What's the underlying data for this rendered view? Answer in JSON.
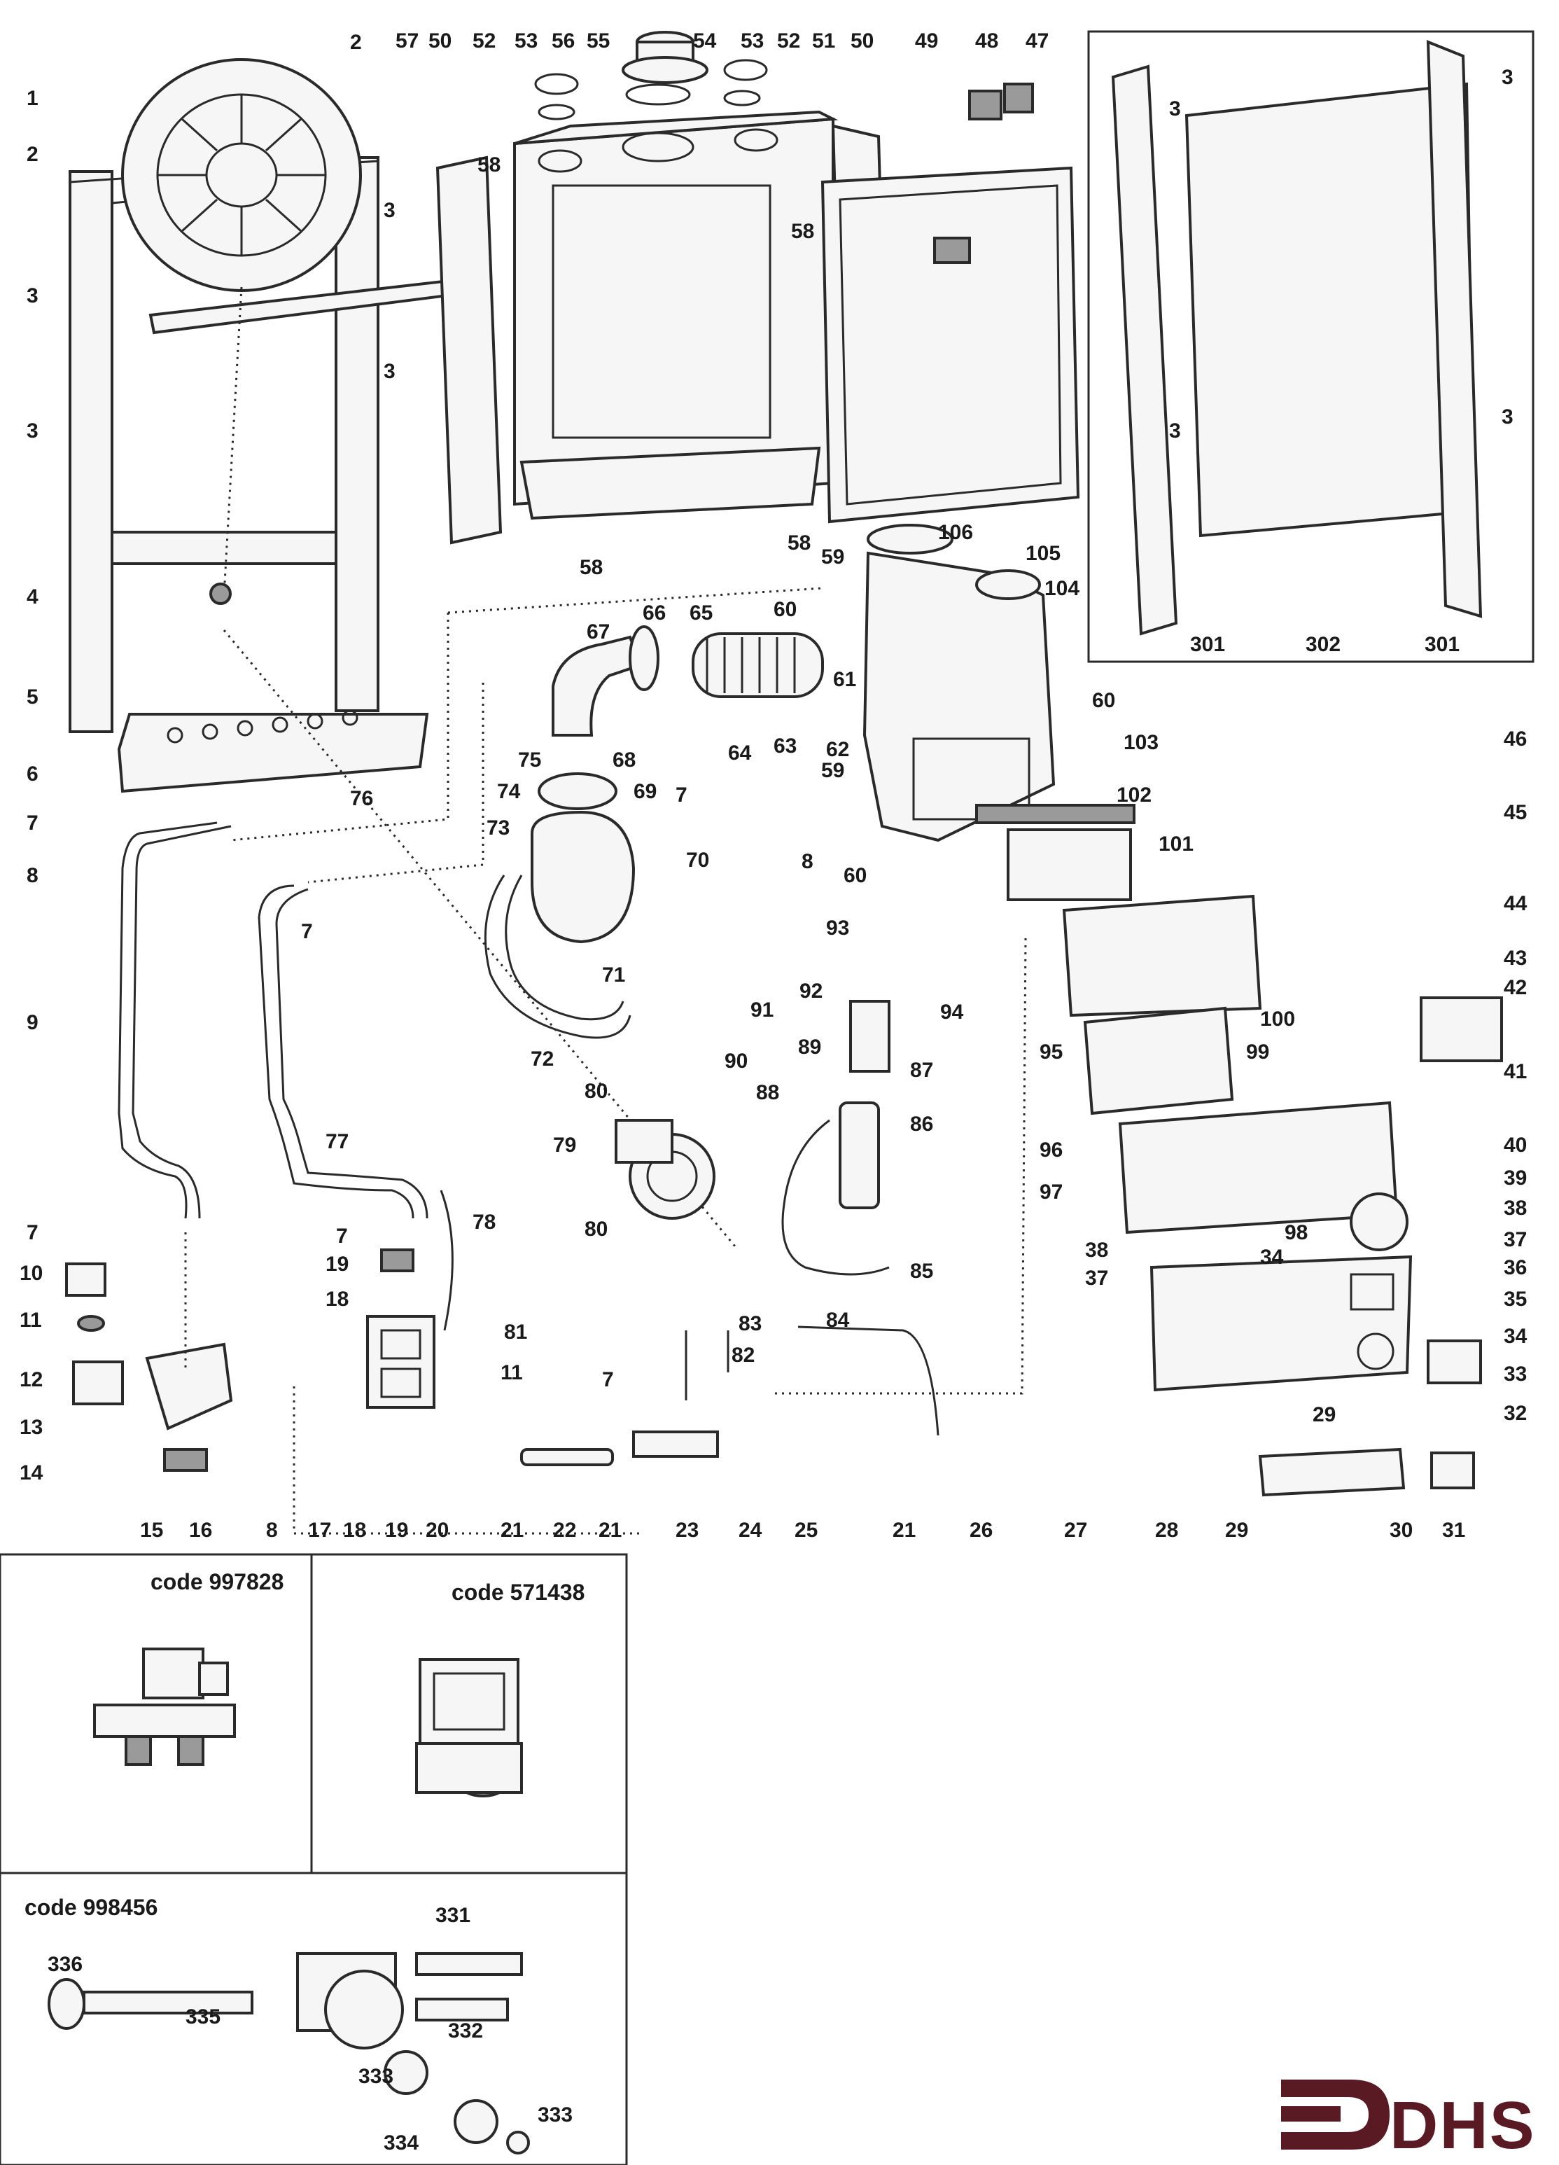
{
  "diagram": {
    "labels": {
      "l1": "1",
      "l2a": "2",
      "l2b": "2",
      "l3a": "3",
      "l3b": "3",
      "l3c": "3",
      "l3d": "3",
      "l3e": "3",
      "l3f": "3",
      "l3g": "3",
      "l3h": "3",
      "l4": "4",
      "l5": "5",
      "l6": "6",
      "l7a": "7",
      "l7b": "7",
      "l7c": "7",
      "l7d": "7",
      "l7e": "7",
      "l7f": "7",
      "l8a": "8",
      "l8b": "8",
      "l8c": "8",
      "l9": "9",
      "l10": "10",
      "l11a": "11",
      "l11b": "11",
      "l12": "12",
      "l13": "13",
      "l14": "14",
      "l15": "15",
      "l16": "16",
      "l17": "17",
      "l18a": "18",
      "l18b": "18",
      "l19a": "19",
      "l19b": "19",
      "l20": "20",
      "l21a": "21",
      "l21b": "21",
      "l21c": "21",
      "l22": "22",
      "l23": "23",
      "l24": "24",
      "l25": "25",
      "l26": "26",
      "l27": "27",
      "l28": "28",
      "l29a": "29",
      "l29b": "29",
      "l30": "30",
      "l31": "31",
      "l32": "32",
      "l33": "33",
      "l34a": "34",
      "l34b": "34",
      "l35": "35",
      "l36": "36",
      "l37a": "37",
      "l37b": "37",
      "l38a": "38",
      "l38b": "38",
      "l39": "39",
      "l40": "40",
      "l41": "41",
      "l42": "42",
      "l43": "43",
      "l44": "44",
      "l45": "45",
      "l46": "46",
      "l47": "47",
      "l48": "48",
      "l49": "49",
      "l50a": "50",
      "l50b": "50",
      "l51": "51",
      "l52a": "52",
      "l52b": "52",
      "l53a": "53",
      "l53b": "53",
      "l54": "54",
      "l55": "55",
      "l56": "56",
      "l57": "57",
      "l58a": "58",
      "l58b": "58",
      "l58c": "58",
      "l58d": "58",
      "l59a": "59",
      "l59b": "59",
      "l60a": "60",
      "l60b": "60",
      "l60c": "60",
      "l61": "61",
      "l62": "62",
      "l63": "63",
      "l64": "64",
      "l65": "65",
      "l66": "66",
      "l67": "67",
      "l68": "68",
      "l69": "69",
      "l70": "70",
      "l71": "71",
      "l72": "72",
      "l73": "73",
      "l74": "74",
      "l75": "75",
      "l76": "76",
      "l77": "77",
      "l78": "78",
      "l79": "79",
      "l80a": "80",
      "l80b": "80",
      "l81": "81",
      "l82": "82",
      "l83": "83",
      "l84": "84",
      "l85": "85",
      "l86": "86",
      "l87": "87",
      "l88": "88",
      "l89": "89",
      "l90": "90",
      "l91": "91",
      "l92": "92",
      "l93": "93",
      "l94": "94",
      "l95": "95",
      "l96": "96",
      "l97": "97",
      "l98": "98",
      "l99": "99",
      "l100": "100",
      "l101": "101",
      "l102": "102",
      "l103": "103",
      "l104": "104",
      "l105": "105",
      "l106": "106",
      "l301a": "301",
      "l301b": "301",
      "l302": "302",
      "l331": "331",
      "l332": "332",
      "l333a": "333",
      "l333b": "333",
      "l334": "334",
      "l335": "335",
      "l336": "336"
    },
    "kits": {
      "diverter_valve": "code 997828",
      "gas_valve": "code 571438",
      "hydraulic_group": "code 998456"
    },
    "logo": "DHS",
    "colors": {
      "ink": "#1a1a1a",
      "brand": "#5a1a24",
      "paper": "#ffffff"
    }
  }
}
